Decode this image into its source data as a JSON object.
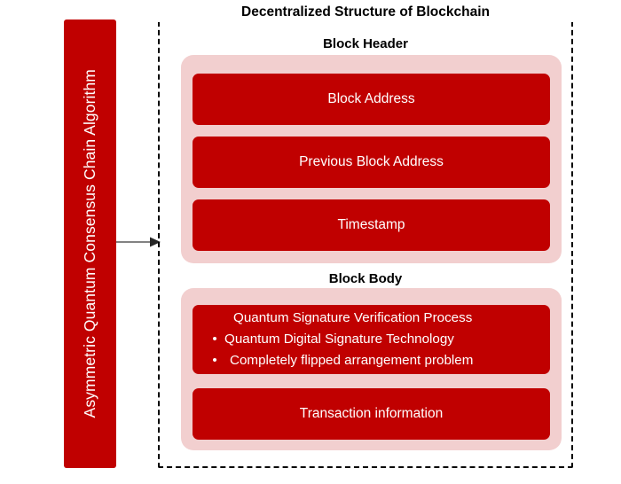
{
  "diagram": {
    "container_title": "Decentralized Structure of Blockchain",
    "left_bar": {
      "label": "Asymmetric Quantum Consensus Chain Algorithm",
      "color": "#C00000"
    },
    "arrow": {
      "name": "flow-arrow",
      "color": "#595959"
    },
    "colors": {
      "red": "#C00000",
      "pink": "#F2CFCF",
      "border": "#000000",
      "text_on_red": "#FFFFFF"
    },
    "sections": [
      {
        "title": "Block Header",
        "items": [
          {
            "label": "Block Address"
          },
          {
            "label": "Previous Block Address"
          },
          {
            "label": "Timestamp"
          }
        ]
      },
      {
        "title": "Block Body",
        "items": [
          {
            "lines": [
              {
                "text": "Quantum Signature Verification Process",
                "bullet": false
              },
              {
                "text": "Quantum Digital Signature Technology",
                "bullet": true
              },
              {
                "text": "Completely flipped arrangement problem",
                "bullet": true
              }
            ]
          },
          {
            "label": "Transaction information"
          }
        ]
      }
    ],
    "bullet_glyph": "•"
  }
}
